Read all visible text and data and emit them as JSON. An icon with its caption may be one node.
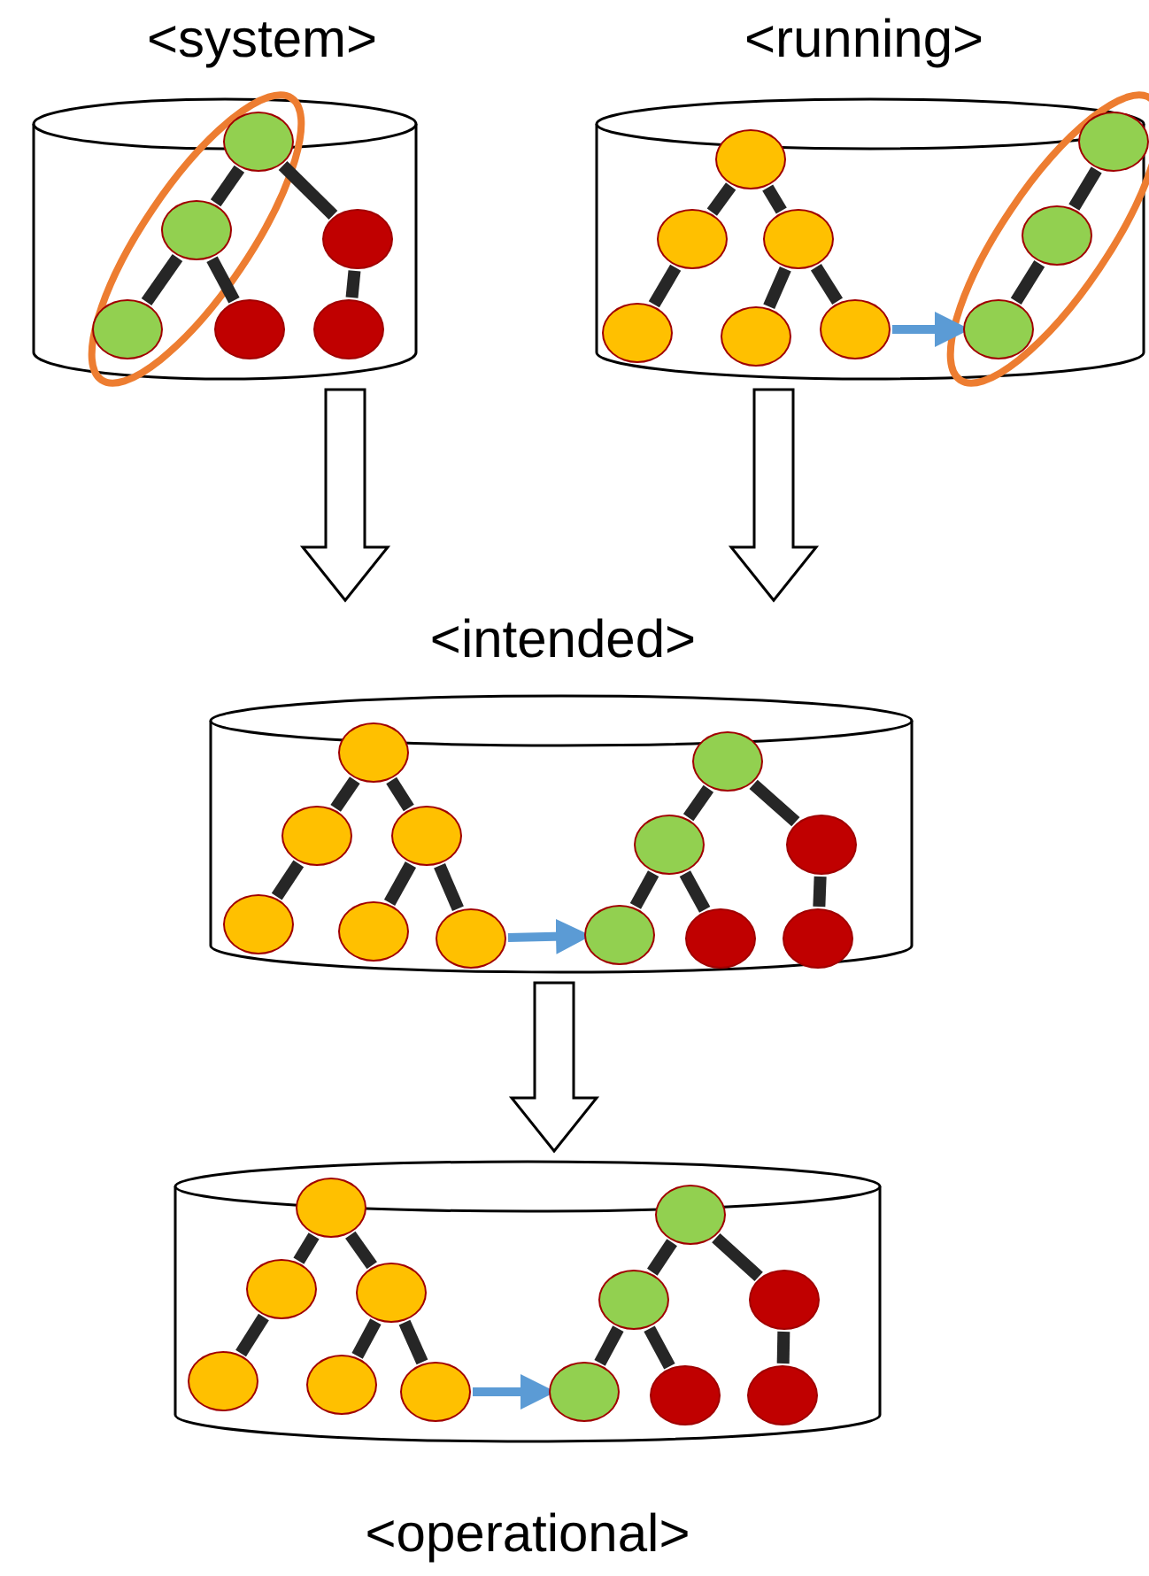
{
  "diagram": {
    "nodes": [
      {
        "text": [
          "<system>"
        ]
      },
      {
        "text": [],
        "shape": "circle",
        "in": 0
      },
      {
        "text": [],
        "shape": "circle",
        "in": 0
      },
      {
        "text": [],
        "shape": "circle",
        "in": 0
      },
      {
        "text": [],
        "shape": "circle",
        "in": 0
      },
      {
        "text": [],
        "shape": "circle",
        "in": 0
      },
      {
        "text": [],
        "shape": "circle",
        "in": 0
      },
      {
        "text": [
          "<running>"
        ]
      },
      {
        "text": [],
        "shape": "circle",
        "in": 7
      },
      {
        "text": [],
        "shape": "circle",
        "in": 7
      },
      {
        "text": [],
        "shape": "circle",
        "in": 7
      },
      {
        "text": [],
        "shape": "circle",
        "in": 7
      },
      {
        "text": [],
        "shape": "circle",
        "in": 7
      },
      {
        "text": [],
        "shape": "circle",
        "in": 7
      },
      {
        "text": [],
        "shape": "circle",
        "in": 7
      },
      {
        "text": [],
        "shape": "circle",
        "in": 7
      },
      {
        "text": [],
        "shape": "circle",
        "in": 7
      },
      {
        "text": [
          "<intended>"
        ]
      },
      {
        "text": [],
        "shape": "circle",
        "in": 17
      },
      {
        "text": [],
        "shape": "circle",
        "in": 17
      },
      {
        "text": [],
        "shape": "circle",
        "in": 17
      },
      {
        "text": [],
        "shape": "circle",
        "in": 17
      },
      {
        "text": [],
        "shape": "circle",
        "in": 17
      },
      {
        "text": [],
        "shape": "circle",
        "in": 17
      },
      {
        "text": [],
        "shape": "circle",
        "in": 17
      },
      {
        "text": [],
        "shape": "circle",
        "in": 17
      },
      {
        "text": [],
        "shape": "circle",
        "in": 17
      },
      {
        "text": [],
        "shape": "circle",
        "in": 17
      },
      {
        "text": [],
        "shape": "circle",
        "in": 17
      },
      {
        "text": [],
        "shape": "circle",
        "in": 17
      },
      {
        "text": [
          "<operational>"
        ]
      },
      {
        "text": [],
        "shape": "circle",
        "in": 30
      },
      {
        "text": [],
        "shape": "circle",
        "in": 30
      },
      {
        "text": [],
        "shape": "circle",
        "in": 30
      },
      {
        "text": [],
        "shape": "circle",
        "in": 30
      },
      {
        "text": [],
        "shape": "circle",
        "in": 30
      },
      {
        "text": [],
        "shape": "circle",
        "in": 30
      },
      {
        "text": [],
        "shape": "circle",
        "in": 30
      },
      {
        "text": [],
        "shape": "circle",
        "in": 30
      },
      {
        "text": [],
        "shape": "circle",
        "in": 30
      },
      {
        "text": [],
        "shape": "circle",
        "in": 30
      },
      {
        "text": [],
        "shape": "circle",
        "in": 30
      },
      {
        "text": [],
        "shape": "circle",
        "in": 30
      }
    ],
    "edges": [
      {
        "from": 1,
        "to": 2,
        "arrow": "none"
      },
      {
        "from": 1,
        "to": 3,
        "arrow": "none"
      },
      {
        "from": 2,
        "to": 4,
        "arrow": "none"
      },
      {
        "from": 2,
        "to": 5,
        "arrow": "none"
      },
      {
        "from": 3,
        "to": 6,
        "arrow": "none"
      },
      {
        "from": 8,
        "to": 9,
        "arrow": "none"
      },
      {
        "from": 8,
        "to": 10,
        "arrow": "none"
      },
      {
        "from": 9,
        "to": 11,
        "arrow": "none"
      },
      {
        "from": 10,
        "to": 12,
        "arrow": "none"
      },
      {
        "from": 10,
        "to": 13,
        "arrow": "none"
      },
      {
        "from": 14,
        "to": 15,
        "arrow": "none"
      },
      {
        "from": 15,
        "to": 16,
        "arrow": "none"
      },
      {
        "from": 13,
        "to": 16,
        "arrow": "to",
        "color": "#5b9bd5"
      },
      {
        "from": 18,
        "to": 19,
        "arrow": "none"
      },
      {
        "from": 18,
        "to": 20,
        "arrow": "none"
      },
      {
        "from": 19,
        "to": 21,
        "arrow": "none"
      },
      {
        "from": 20,
        "to": 22,
        "arrow": "none"
      },
      {
        "from": 20,
        "to": 23,
        "arrow": "none"
      },
      {
        "from": 24,
        "to": 25,
        "arrow": "none"
      },
      {
        "from": 24,
        "to": 26,
        "arrow": "none"
      },
      {
        "from": 25,
        "to": 27,
        "arrow": "none"
      },
      {
        "from": 25,
        "to": 28,
        "arrow": "none"
      },
      {
        "from": 26,
        "to": 29,
        "arrow": "none"
      },
      {
        "from": 23,
        "to": 27,
        "arrow": "to",
        "color": "#5b9bd5"
      },
      {
        "from": 31,
        "to": 32,
        "arrow": "none"
      },
      {
        "from": 31,
        "to": 33,
        "arrow": "none"
      },
      {
        "from": 32,
        "to": 34,
        "arrow": "none"
      },
      {
        "from": 33,
        "to": 35,
        "arrow": "none"
      },
      {
        "from": 33,
        "to": 36,
        "arrow": "none"
      },
      {
        "from": 37,
        "to": 38,
        "arrow": "none"
      },
      {
        "from": 37,
        "to": 39,
        "arrow": "none"
      },
      {
        "from": 38,
        "to": 40,
        "arrow": "none"
      },
      {
        "from": 38,
        "to": 41,
        "arrow": "none"
      },
      {
        "from": 39,
        "to": 42,
        "arrow": "none"
      },
      {
        "from": 36,
        "to": 40,
        "arrow": "to",
        "color": "#5b9bd5"
      },
      {
        "from": 0,
        "to": 17,
        "arrow": "to",
        "style": "thick"
      },
      {
        "from": 7,
        "to": 17,
        "arrow": "to",
        "style": "thick"
      },
      {
        "from": 17,
        "to": 30,
        "arrow": "to",
        "style": "thick"
      }
    ]
  }
}
